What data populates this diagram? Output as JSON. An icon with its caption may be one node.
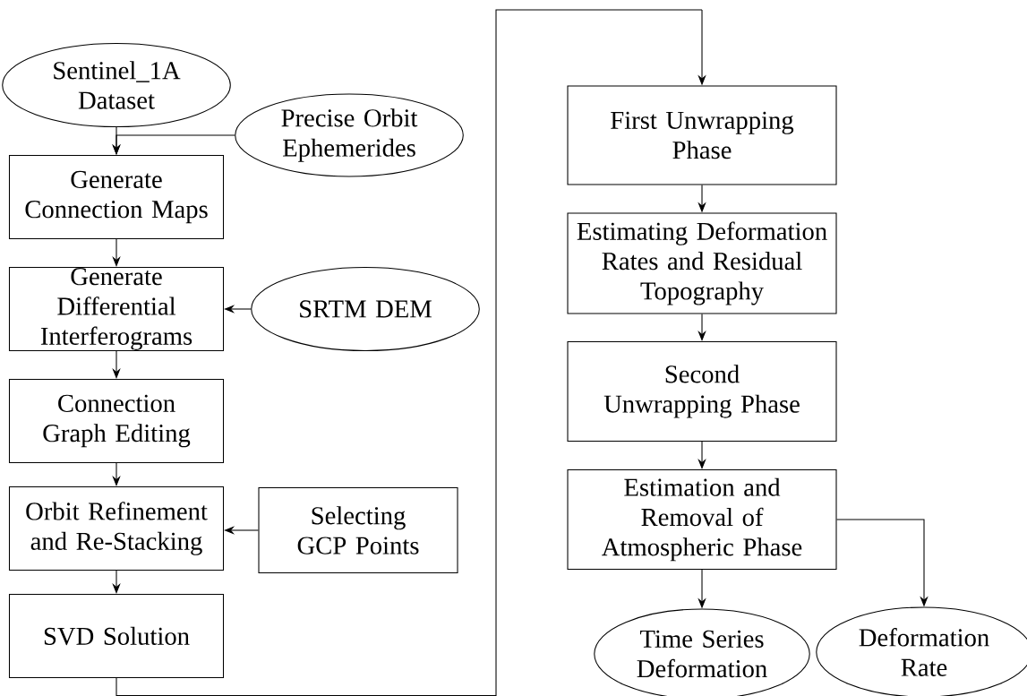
{
  "diagram": {
    "nodes": [
      {
        "text": [
          "Sentinel_1A Dataset"
        ]
      },
      {
        "text": [
          "Precise Orbit Ephemerides"
        ]
      },
      {
        "text": [
          "Generate Connection Maps"
        ]
      },
      {
        "text": [
          "Generate Differential Interferograms"
        ]
      },
      {
        "text": [
          "SRTM DEM"
        ]
      },
      {
        "text": [
          "Connection Graph Editing"
        ]
      },
      {
        "text": [
          "Orbit Refinement and Re-Stacking"
        ]
      },
      {
        "text": [
          "Selecting GCP Points"
        ]
      },
      {
        "text": [
          "SVD Solution"
        ]
      },
      {
        "text": [
          "First Unwrapping Phase"
        ]
      },
      {
        "text": [
          "Estimating Deformation Rates and Residual Topography"
        ]
      },
      {
        "text": [
          "Second Unwrapping Phase"
        ]
      },
      {
        "text": [
          "Estimation and Removal of Atmospheric Phase"
        ]
      },
      {
        "text": [
          "Time Series Deformation"
        ]
      },
      {
        "text": [
          "Deformation Rate"
        ]
      }
    ],
    "edges": [
      {
        "from": 0,
        "to": 2,
        "arrow": "to"
      },
      {
        "from": 1,
        "to": 2,
        "arrow": "to"
      },
      {
        "from": 2,
        "to": 3,
        "arrow": "to"
      },
      {
        "from": 4,
        "to": 3,
        "arrow": "to"
      },
      {
        "from": 3,
        "to": 5,
        "arrow": "to"
      },
      {
        "from": 5,
        "to": 6,
        "arrow": "to"
      },
      {
        "from": 7,
        "to": 6,
        "arrow": "to"
      },
      {
        "from": 6,
        "to": 8,
        "arrow": "to"
      },
      {
        "from": 8,
        "to": 9,
        "arrow": "to"
      },
      {
        "from": 9,
        "to": 10,
        "arrow": "to"
      },
      {
        "from": 10,
        "to": 11,
        "arrow": "to"
      },
      {
        "from": 11,
        "to": 12,
        "arrow": "to"
      },
      {
        "from": 12,
        "to": 13,
        "arrow": "to"
      },
      {
        "from": 12,
        "to": 14,
        "arrow": "to"
      }
    ]
  }
}
